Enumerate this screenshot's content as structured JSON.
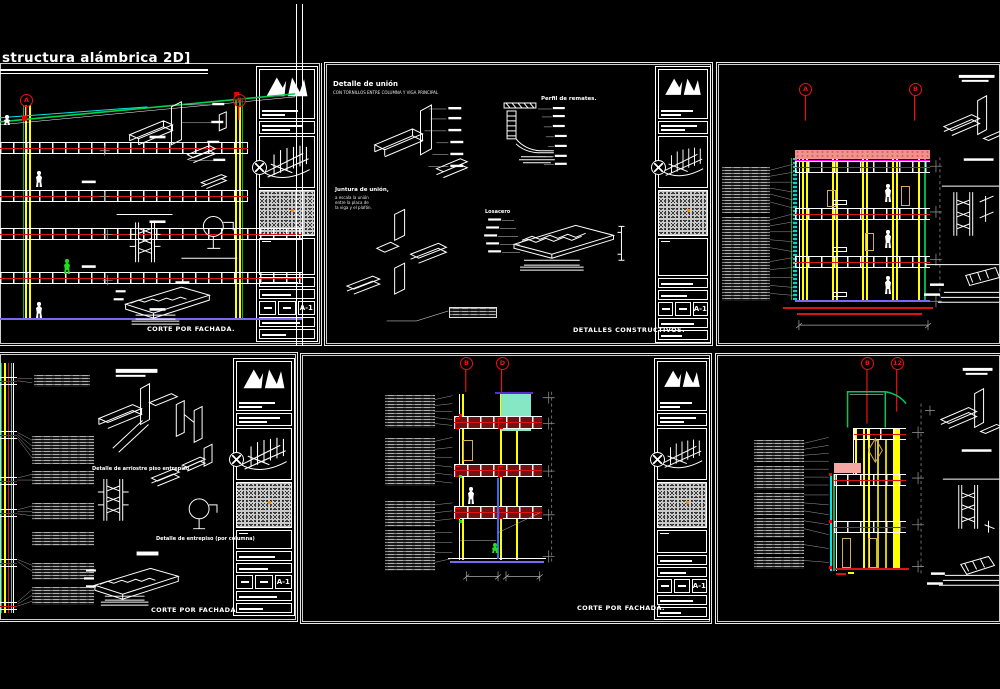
{
  "page": {
    "title": "structura alámbrica 2D]"
  },
  "sheets": {
    "top_left": {
      "grid_bubbles": [
        "A",
        "B"
      ],
      "caption": "CORTE POR FACHADA."
    },
    "top_middle": {
      "heading": "Detalle de unión",
      "subheading": "CON TORNILLOS ENTRE COLUMNA Y VIGA PRINCIPAL",
      "perfil_label": "Perfil de remates.",
      "juntura_label": "Juntura de unión,",
      "juntura_note_1": "a escala la unión",
      "juntura_note_2": "entre la placa de",
      "juntura_note_3": "la viga y el plafón.",
      "losacero_label": "Losacero",
      "caption": "DETALLES CONSTRUCTIVOS."
    },
    "top_right": {
      "grid_bubbles": [
        "A",
        "B"
      ]
    },
    "bottom_left": {
      "detail_label_1": "Detalle de arriostre piso entrepiso.",
      "detail_label_2": "Detalle de entrepiso (por columna)",
      "caption": "CORTE POR FACHADA"
    },
    "bottom_middle": {
      "grid_bubbles": [
        "B",
        "D"
      ],
      "caption": "CORTE POR FACHADA."
    },
    "bottom_right": {
      "grid_bubbles": [
        "B",
        "12"
      ]
    }
  },
  "title_block": {
    "sheet_code": "A-1"
  },
  "colors": {
    "background": "#000000",
    "line_white": "#ffffff",
    "grid_red": "#ee1111",
    "column_yellow": "#ffff00",
    "roof_pink": "#f2928e",
    "mint_panel": "#85e7c3",
    "structure_green": "#00b050",
    "cyan_accent": "#00e5e5",
    "magenta_accent": "#ff00ff",
    "tan_wood": "#d8a869",
    "annotation_gray": "#9a9a9a",
    "violet_base": "#7b68ee"
  }
}
